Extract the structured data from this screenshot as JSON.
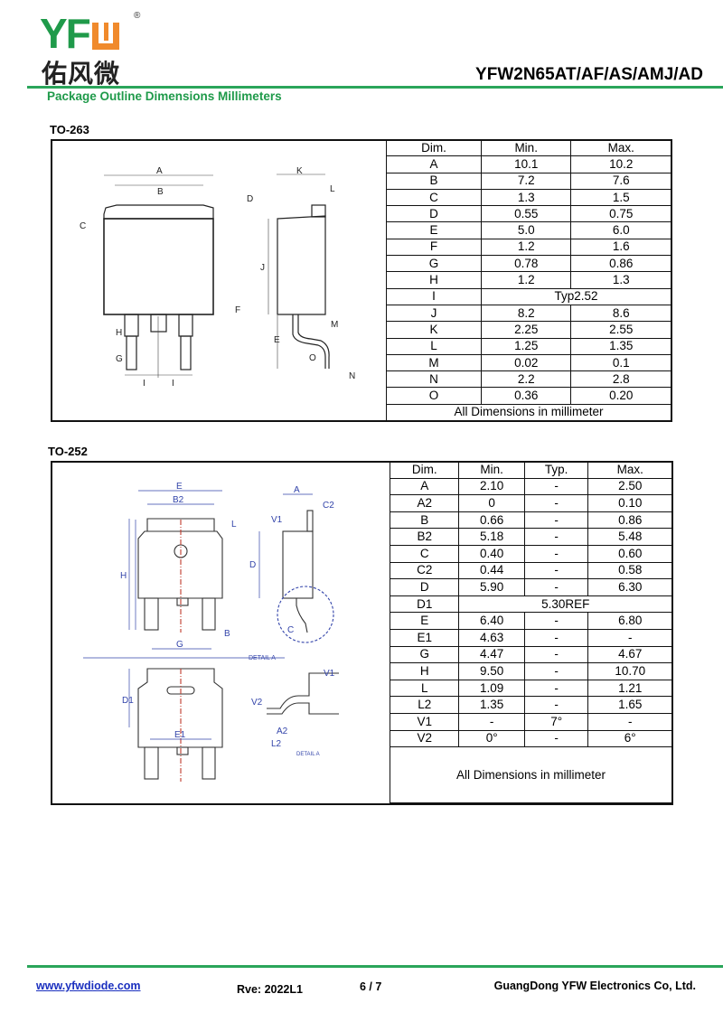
{
  "header": {
    "logo_text": "YFW",
    "logo_cn": "佑风微",
    "registered_mark": "®",
    "part_number": "YFW2N65AT/AF/AS/AMJ/AD",
    "subtitle": "Package Outline Dimensions Millimeters",
    "brand_color": "#1f9a4a",
    "accent_color": "#f08a2c"
  },
  "to263": {
    "title": "TO-263",
    "columns": [
      "Dim.",
      "Min.",
      "Max."
    ],
    "rows": [
      [
        "A",
        "10.1",
        "10.2"
      ],
      [
        "B",
        "7.2",
        "7.6"
      ],
      [
        "C",
        "1.3",
        "1.5"
      ],
      [
        "D",
        "0.55",
        "0.75"
      ],
      [
        "E",
        "5.0",
        "6.0"
      ],
      [
        "F",
        "1.2",
        "1.6"
      ],
      [
        "G",
        "0.78",
        "0.86"
      ],
      [
        "H",
        "1.2",
        "1.3"
      ],
      [
        "I",
        "Typ2.52"
      ],
      [
        "J",
        "8.2",
        "8.6"
      ],
      [
        "K",
        "2.25",
        "2.55"
      ],
      [
        "L",
        "1.25",
        "1.35"
      ],
      [
        "M",
        "0.02",
        "0.1"
      ],
      [
        "N",
        "2.2",
        "2.8"
      ],
      [
        "O",
        "0.36",
        "0.20"
      ]
    ],
    "footnote": "All Dimensions in millimeter",
    "drawing_labels": {
      "A": "A",
      "B": "B",
      "C": "C",
      "D": "D",
      "F": "F",
      "H": "H",
      "G": "G",
      "I": "I",
      "K": "K",
      "L": "L",
      "J": "J",
      "E": "E",
      "M": "M",
      "O": "O",
      "N": "N"
    }
  },
  "to252": {
    "title": "TO-252",
    "columns": [
      "Dim.",
      "Min.",
      "Typ.",
      "Max."
    ],
    "rows": [
      [
        "A",
        "2.10",
        "-",
        "2.50"
      ],
      [
        "A2",
        "0",
        "-",
        "0.10"
      ],
      [
        "B",
        "0.66",
        "-",
        "0.86"
      ],
      [
        "B2",
        "5.18",
        "-",
        "5.48"
      ],
      [
        "C",
        "0.40",
        "-",
        "0.60"
      ],
      [
        "C2",
        "0.44",
        "-",
        "0.58"
      ],
      [
        "D",
        "5.90",
        "-",
        "6.30"
      ],
      [
        "D1",
        "5.30REF"
      ],
      [
        "E",
        "6.40",
        "-",
        "6.80"
      ],
      [
        "E1",
        "4.63",
        "-",
        "-"
      ],
      [
        "G",
        "4.47",
        "-",
        "4.67"
      ],
      [
        "H",
        "9.50",
        "-",
        "10.70"
      ],
      [
        "L",
        "1.09",
        "-",
        "1.21"
      ],
      [
        "L2",
        "1.35",
        "-",
        "1.65"
      ],
      [
        "V1",
        "-",
        "7°",
        "-"
      ],
      [
        "V2",
        "0°",
        "-",
        "6°"
      ]
    ],
    "footnote": "All Dimensions in millimeter",
    "drawing_labels": {
      "E": "E",
      "B2": "B2",
      "H": "H",
      "L": "L",
      "G": "G",
      "B": "B",
      "A": "A",
      "C2": "C2",
      "D": "D",
      "C": "C",
      "V1": "V1",
      "V2": "V2",
      "D1": "D1",
      "E1": "E1",
      "A2": "A2",
      "L2": "L2",
      "detail": "DETAIL A"
    }
  },
  "footer": {
    "website": "www.yfwdiode.com",
    "revision": "Rve: 2022L1",
    "page": "6 / 7",
    "company": "GuangDong YFW Electronics Co, Ltd."
  }
}
